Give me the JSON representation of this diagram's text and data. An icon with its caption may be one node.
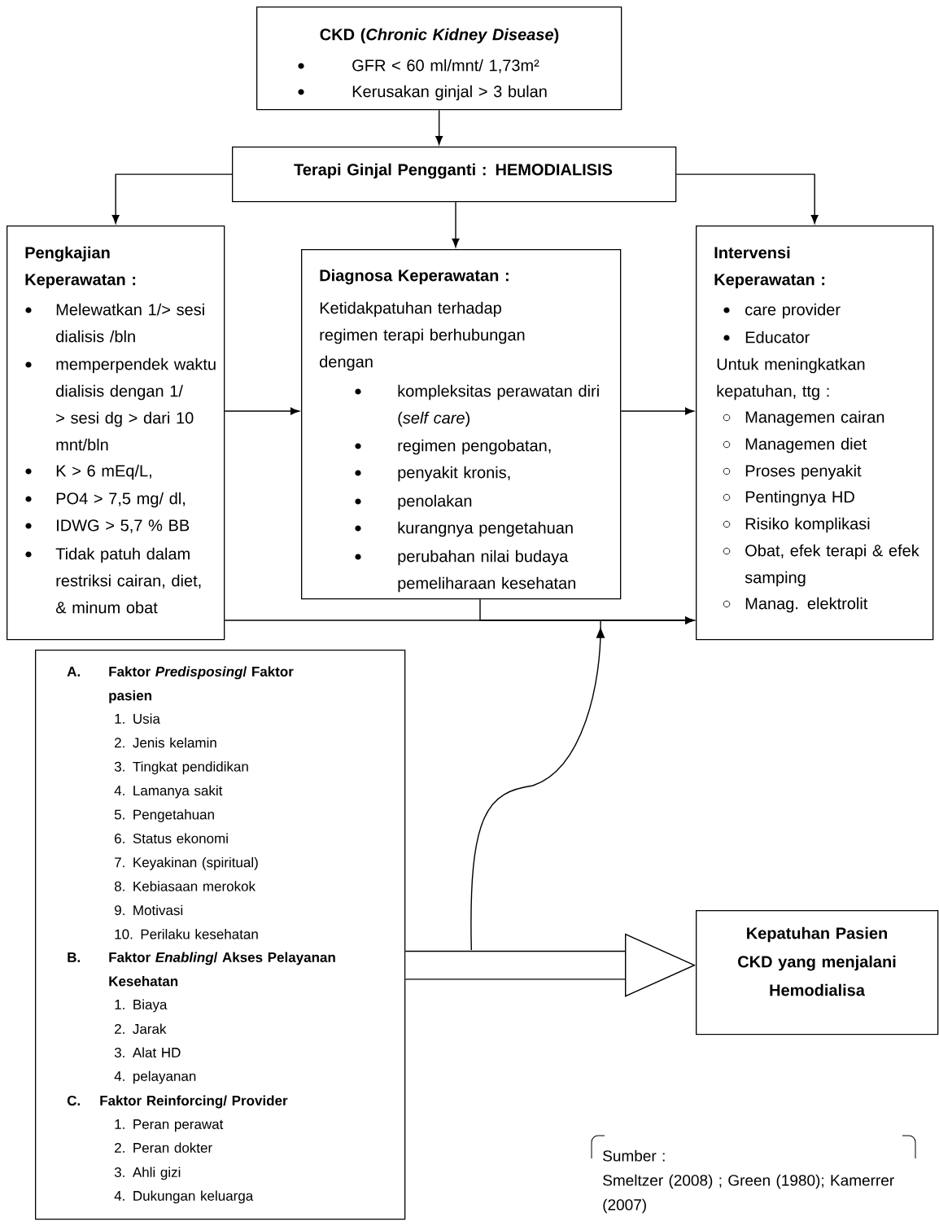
{
  "diagram": {
    "nodes": [
      {
        "text": [
          "CKD (*Chronic Kidney  Disease*)",
          "GFR < 60 ml/mnt/ 1,73m²",
          "Kerusakan ginjal  > 3 bulan"
        ]
      },
      {
        "text": [
          "Terapi Ginjal Pengganti  : HEMODIALISIS"
        ]
      },
      {
        "text": [
          "Pengkajian Keperawatan :",
          "Melewatkan 1/> sesi dialisis /bln",
          "memperpendek waktu dialisis dengan 1/ > sesi dg > dari 10 mnt/bln",
          "K > 6 mEq/L,",
          "PO4 > 7,5 mg/ dl,",
          "IDWG > 5,7 % BB",
          "Tidak patuh dalam restriksi cairan, diet, & minum obat"
        ]
      },
      {
        "text": [
          "Diagnosa Keperawatan :",
          "Ketidakpatuhan terhadap regimen terapi berhubungan dengan",
          "kompleksitas perawatan diri (*self care*)",
          "regimen pengobatan,",
          "penyakit kronis,",
          "penolakan",
          "kurangnya pengetahuan",
          "perubahan nilai budaya pemeliharaan kesehatan"
        ]
      },
      {
        "text": [
          "Intervensi Keperawatan :",
          "care provider",
          "Educator",
          "Untuk meningkatkan kepatuhan, ttg :",
          "Managemen cairan",
          "Managemen diet",
          "Proses penyakit",
          "Pentingnya HD",
          "Risiko komplikasi",
          "Obat, efek terapi & efek samping",
          "Manag. elektrolit"
        ]
      },
      {
        "text": [
          "A.",
          "Faktor *Predisposing*/ Faktor pasien",
          "1. Usia",
          "2. Jenis kelamin",
          "3. Tingkat pendidikan",
          "4. Lamanya sakit",
          "5. Pengetahuan",
          "6. Status ekonomi",
          "7. Keyakinan (spiritual)",
          "8. Kebiasaan merokok",
          "9. Motivasi",
          "10. Perilaku kesehatan",
          "B.",
          "Faktor *Enabling*/ Akses Pelayanan Kesehatan",
          "1. Biaya",
          "2. Jarak",
          "3. Alat HD",
          "4. pelayanan",
          "C.",
          "Faktor Reinforcing/ Provider",
          "1. Peran perawat",
          "2. Peran dokter",
          "3. Ahli gizi",
          "4. Dukungan keluarga"
        ]
      },
      {
        "text": [
          "Kepatuhan Pasien CKD  yang menjalani Hemodialisa"
        ]
      },
      {
        "text": [
          "Sumber :",
          "Smeltzer (2008) ; Green (1980); Kamerrer (2007)"
        ]
      }
    ],
    "edges": [
      {
        "from": 0,
        "to": 1,
        "arrow": "to"
      },
      {
        "from": 1,
        "to": 2,
        "arrow": "to"
      },
      {
        "from": 1,
        "to": 3,
        "arrow": "to"
      },
      {
        "from": 1,
        "to": 4,
        "arrow": "to"
      },
      {
        "from": 2,
        "to": 3,
        "arrow": "to"
      },
      {
        "from": 3,
        "to": 4,
        "arrow": "to"
      },
      {
        "from": 2,
        "to": 4,
        "arrow": "to"
      },
      {
        "from": 3,
        "to": 4,
        "arrow": "to"
      },
      {
        "from": 5,
        "to": 6,
        "arrow": "to",
        "style": "thick"
      },
      {
        "from": 5,
        "to": 4,
        "arrow": "to"
      }
    ]
  }
}
